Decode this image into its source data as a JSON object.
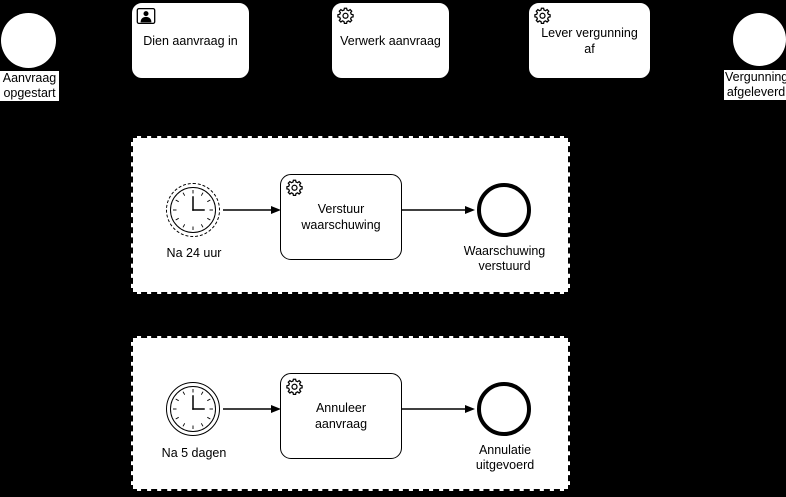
{
  "diagram": {
    "type": "bpmn-process",
    "background_color": "#000000",
    "shape_fill": "#ffffff",
    "stroke_color": "#000000",
    "language": "nl"
  },
  "main_flow": {
    "start_event": {
      "icon": "start-event-circle",
      "label": "Aanvraag\nopgestart"
    },
    "tasks": [
      {
        "label": "Dien aanvraag in",
        "icon": "user-task-icon"
      },
      {
        "label": "Verwerk aanvraag",
        "icon": "service-task-gear-icon"
      },
      {
        "label": "Lever vergunning af",
        "icon": "service-task-gear-icon"
      }
    ],
    "end_event": {
      "icon": "end-event-circle",
      "label": "Vergunning\nafgeleverd"
    }
  },
  "subprocesses": [
    {
      "name": "escalatie-waarschuwing",
      "border_style": "dashed",
      "timer": {
        "icon": "timer-event-icon",
        "ring_style": "dashed",
        "interrupting": false,
        "label": "Na 24 uur"
      },
      "task": {
        "label": "Verstuur\nwaarschuwing",
        "icon": "service-task-gear-icon"
      },
      "end_event": {
        "icon": "end-event-thick-circle",
        "label": "Waarschuwing\nverstuurd"
      }
    },
    {
      "name": "escalatie-annulatie",
      "border_style": "dashed",
      "timer": {
        "icon": "timer-event-icon",
        "ring_style": "solid",
        "interrupting": true,
        "label": "Na 5 dagen"
      },
      "task": {
        "label": "Annuleer\naanvraag",
        "icon": "service-task-gear-icon"
      },
      "end_event": {
        "icon": "end-event-thick-circle",
        "label": "Annulatie\nuitgevoerd"
      }
    }
  ]
}
